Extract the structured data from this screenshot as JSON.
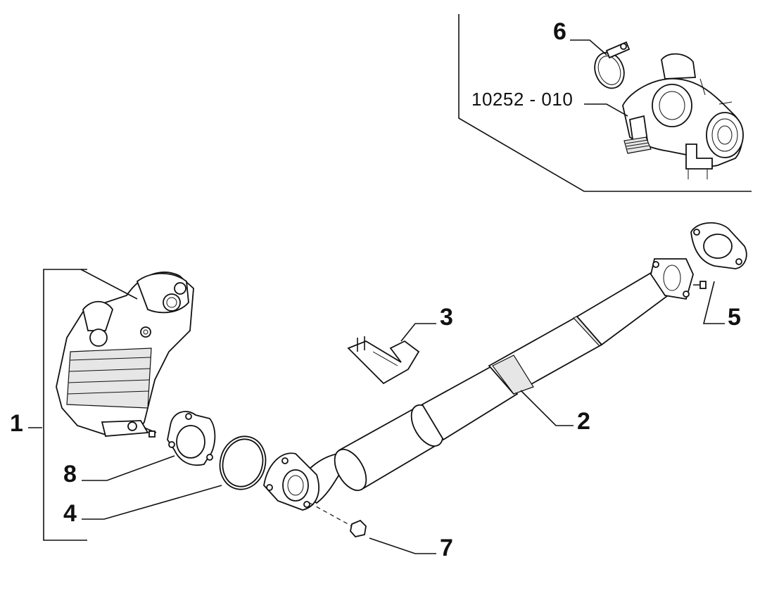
{
  "callouts": {
    "c1": "1",
    "c2": "2",
    "c3": "3",
    "c4": "4",
    "c5": "5",
    "c6": "6",
    "c7": "7",
    "c8": "8"
  },
  "reference_label": "10252 - 010"
}
